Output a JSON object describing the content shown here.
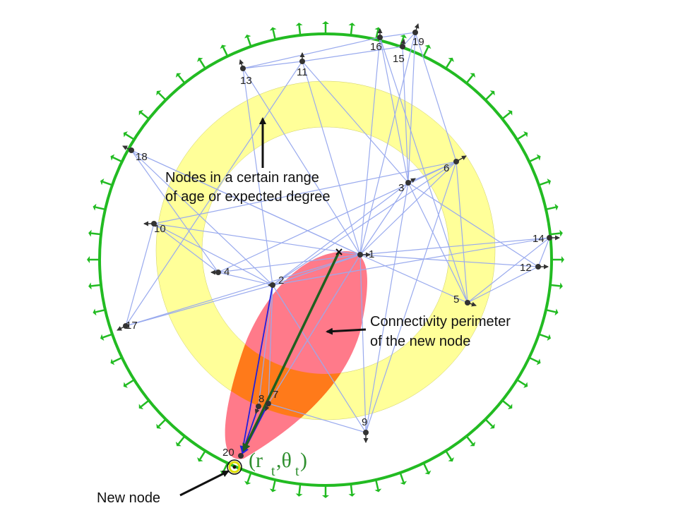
{
  "diagram": {
    "colors": {
      "boundary": "#22bb22",
      "band": "#ffff99",
      "lens": "#ff7a8a",
      "overlap": "#ff7a1a",
      "edge": "#99aaee",
      "node": "#333333",
      "radius_line": "#1f5f1f",
      "blue_link": "#2020dd",
      "new_node_ring": "#dddd00"
    },
    "nodes": [
      {
        "id": "1"
      },
      {
        "id": "2"
      },
      {
        "id": "3"
      },
      {
        "id": "4"
      },
      {
        "id": "5"
      },
      {
        "id": "6"
      },
      {
        "id": "7"
      },
      {
        "id": "8"
      },
      {
        "id": "9"
      },
      {
        "id": "10"
      },
      {
        "id": "11"
      },
      {
        "id": "12"
      },
      {
        "id": "13"
      },
      {
        "id": "14"
      },
      {
        "id": "15"
      },
      {
        "id": "16"
      },
      {
        "id": "17"
      },
      {
        "id": "18"
      },
      {
        "id": "19"
      },
      {
        "id": "20"
      }
    ],
    "annotations": {
      "band_line1": "Nodes in a certain range",
      "band_line2": "of age or expected degree",
      "perimeter_line1": "Connectivity perimeter",
      "perimeter_line2": "of the new node",
      "new_node": "New node"
    },
    "coord": {
      "open": "(r",
      "sub_r": "t",
      "comma": ",θ",
      "sub_theta": "t",
      "close": ")"
    }
  }
}
